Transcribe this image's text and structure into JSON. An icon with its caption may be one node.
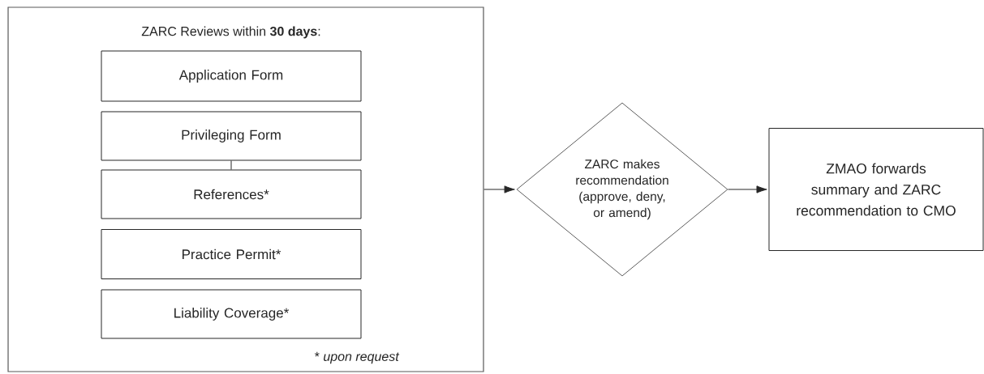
{
  "diagram": {
    "nodes": [
      {
        "text": [
          "ZARC Reviews within **30 days**:",
          "* *upon request*"
        ]
      },
      {
        "text": [
          "Application Form"
        ],
        "in": 0
      },
      {
        "text": [
          "Privileging Form"
        ],
        "in": 0
      },
      {
        "text": [
          "References*"
        ],
        "in": 0
      },
      {
        "text": [
          "Practice Permit*"
        ],
        "in": 0
      },
      {
        "text": [
          "Liability Coverage*"
        ],
        "in": 0
      },
      {
        "text": [
          "ZARC makes recommendation (approve, deny, or amend)"
        ]
      },
      {
        "text": [
          "ZMAO forwards summary and ZARC recommendation to CMO"
        ]
      }
    ],
    "edges": [
      {
        "from": 2,
        "to": 3,
        "arrow": "none"
      },
      {
        "from": 0,
        "to": 6,
        "arrow": "to"
      },
      {
        "from": 6,
        "to": 7,
        "arrow": "to"
      }
    ]
  }
}
